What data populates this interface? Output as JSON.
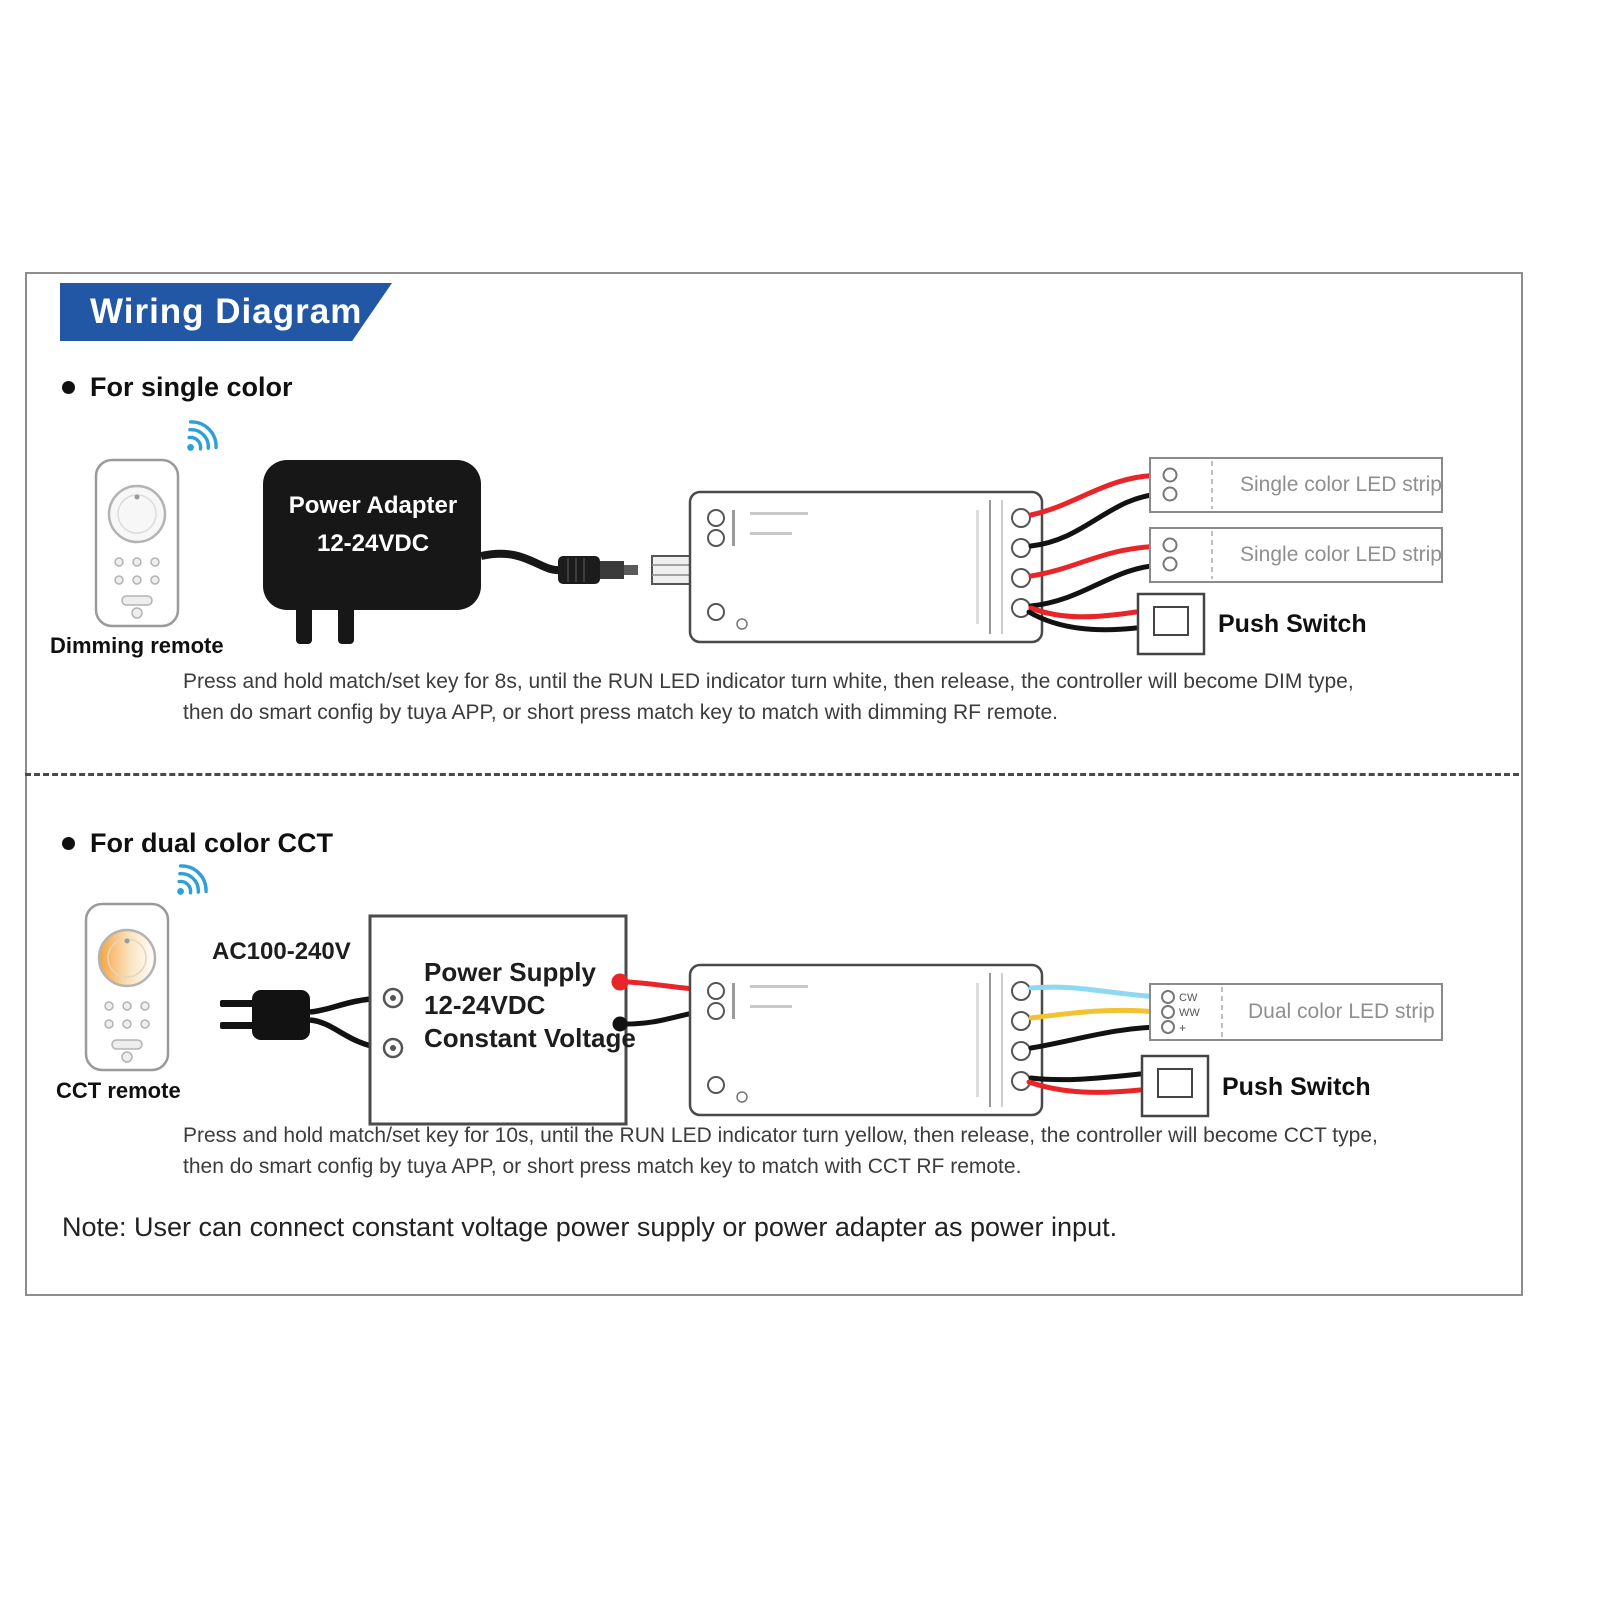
{
  "header": {
    "title": "Wiring Diagram"
  },
  "sections": {
    "single": {
      "title": "For single color",
      "remote_label": "Dimming remote",
      "adapter": {
        "line1": "Power Adapter",
        "line2": "12-24VDC"
      },
      "strip1_label": "Single color LED strip",
      "strip2_label": "Single color LED strip",
      "push_switch_label": "Push Switch",
      "description_line1": "Press and hold match/set key for 8s, until the RUN LED indicator turn white, then release, the controller will become DIM type,",
      "description_line2": "then do smart config by tuya APP, or short press match key to match with dimming  RF  remote."
    },
    "cct": {
      "title": "For dual color CCT",
      "remote_label": "CCT remote",
      "ac_input_label": "AC100-240V",
      "power_supply": {
        "line1": "Power Supply",
        "line2": "12-24VDC",
        "line3": "Constant Voltage"
      },
      "strip_label": "Dual color LED strip",
      "strip_terminals": [
        "CW",
        "WW",
        "+"
      ],
      "push_switch_label": "Push Switch",
      "description_line1": "Press and hold match/set key for 10s, until the RUN LED indicator turn yellow, then release, the controller will become CCT type,",
      "description_line2": "then do smart config by tuya APP, or short press match key to match  with CCT  RF  remote."
    }
  },
  "note": "Note: User can connect constant voltage power supply or power adapter as power input.",
  "colors": {
    "header_blue": "#2157a5",
    "wifi_blue": "#2da0d8",
    "wire_red": "#e8262a",
    "wire_black": "#121212",
    "wire_cool_white": "#8fd8f2",
    "wire_warm_white": "#f2c230",
    "cct_dial_orange": "#f6a23c"
  }
}
